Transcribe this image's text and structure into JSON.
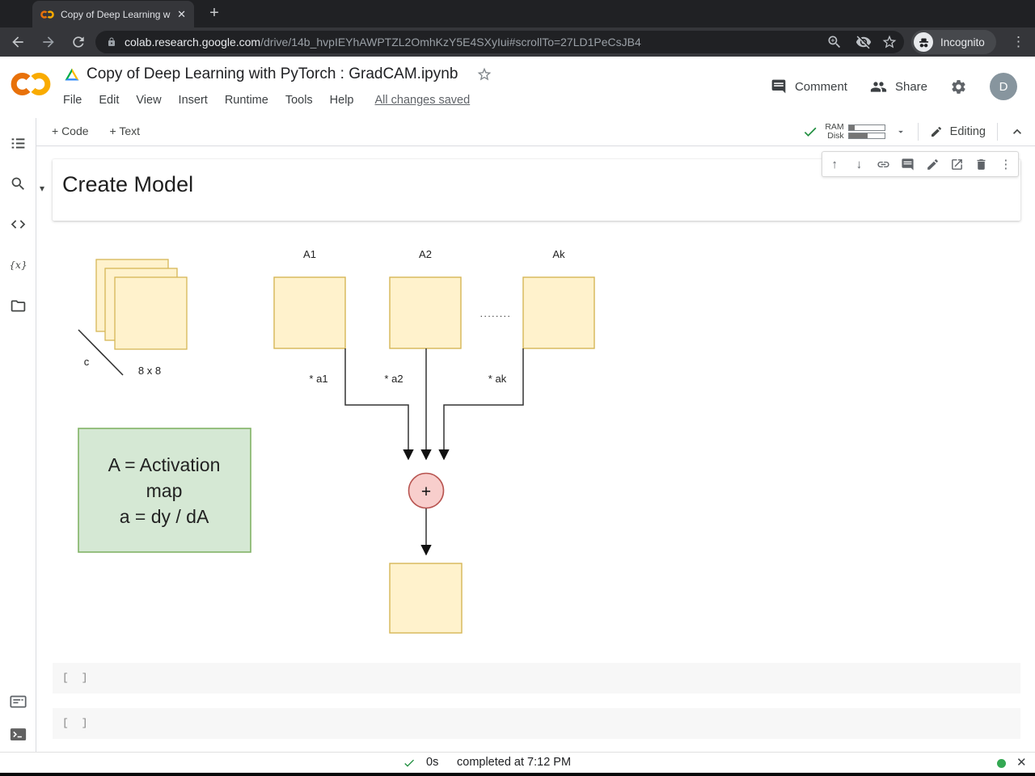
{
  "browser": {
    "tab_title": "Copy of Deep Learning with",
    "close_tab": "✕",
    "new_tab": "+",
    "url_host": "colab.research.google.com",
    "url_path": "/drive/14b_hvpIEYhAWPTZL2OmhKzY5E4SXyIui#scrollTo=27LD1PeCsJB4",
    "incognito_label": "Incognito",
    "menu_dots": "⋮"
  },
  "header": {
    "doc_title": "Copy of Deep Learning with PyTorch : GradCAM.ipynb",
    "menu": [
      "File",
      "Edit",
      "View",
      "Insert",
      "Runtime",
      "Tools",
      "Help"
    ],
    "save_status": "All changes saved",
    "comment_label": "Comment",
    "share_label": "Share",
    "avatar_letter": "D"
  },
  "toolbar": {
    "add_code": "+ Code",
    "add_text": "+ Text",
    "ram_label": "RAM",
    "disk_label": "Disk",
    "ram_fill_pct": 16,
    "disk_fill_pct": 52,
    "editing_label": "Editing"
  },
  "cells": {
    "markdown_heading": "Create Model",
    "collapse_caret": "▾",
    "code_prompt_1": "[ ]",
    "code_prompt_2": "[ ]"
  },
  "cell_toolbar": {
    "more_dots": "⋮"
  },
  "statusbar": {
    "duration": "0s",
    "message": "completed at 7:12 PM",
    "close": "✕"
  },
  "diagram": {
    "channels_label": "c",
    "size_label": "8 x 8",
    "a1_label": "A1",
    "a2_label": "A2",
    "ak_label": "Ak",
    "dots": "........",
    "w1_label": "* a1",
    "w2_label": "* a2",
    "wk_label": "* ak",
    "sum_label": "+",
    "legend": [
      "A = Activation",
      "map",
      "a = dy / dA"
    ],
    "colors": {
      "map_fill": "#FFF2CC",
      "map_stroke": "#D6B656",
      "sum_fill": "#F8CECC",
      "sum_stroke": "#B85450",
      "legend_fill": "#D5E8D4",
      "legend_stroke": "#82B366"
    }
  }
}
